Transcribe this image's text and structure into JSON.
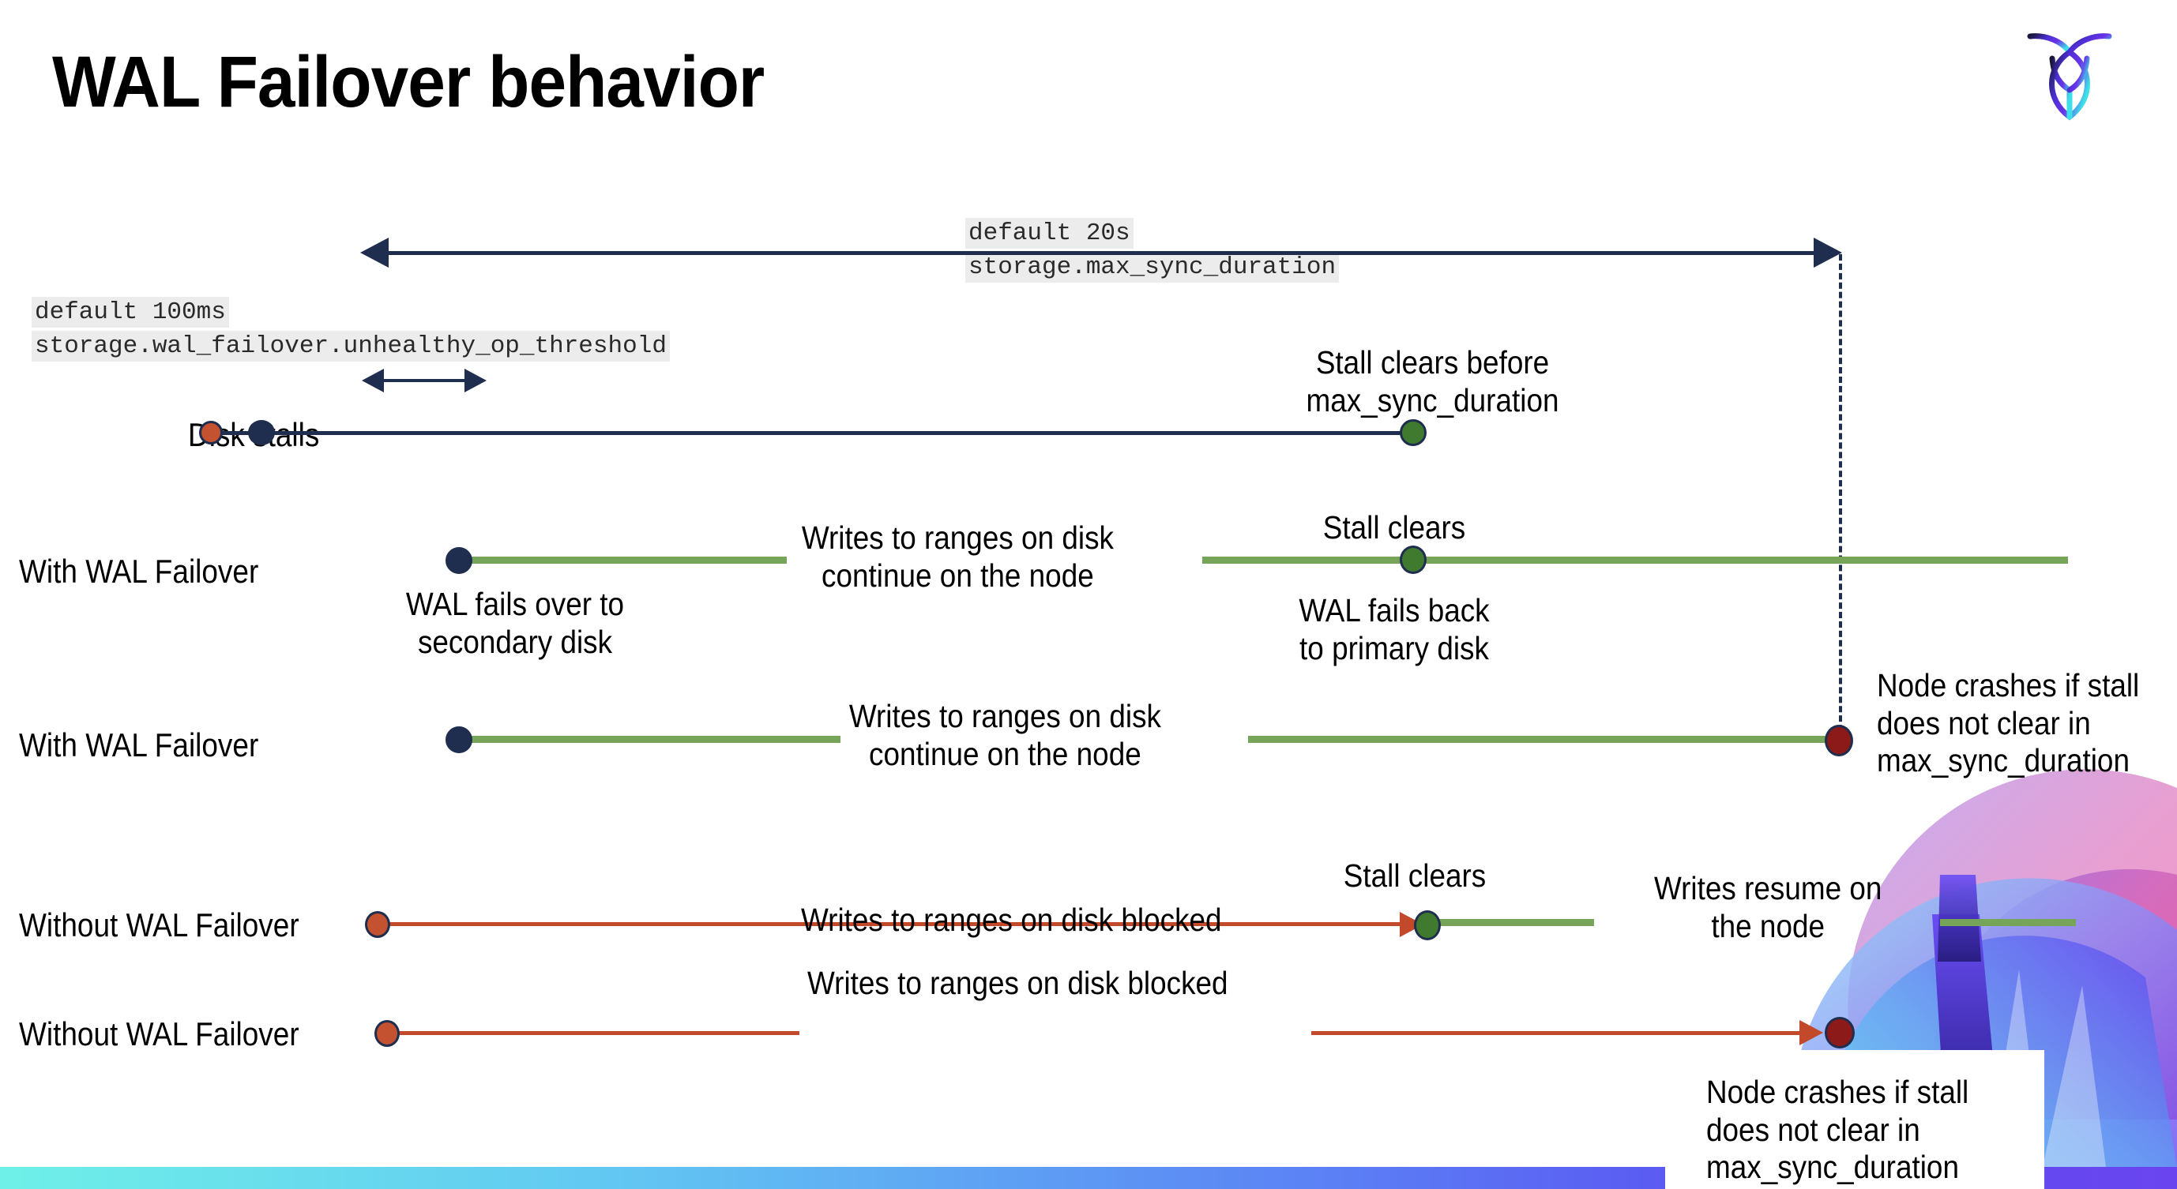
{
  "slide": {
    "title": "WAL Failover behavior",
    "logo_name": "cockroachdb-logo"
  },
  "settings": [
    {
      "id": "max-sync-duration",
      "default_label": "default 20s",
      "setting_name": "storage.max_sync_duration"
    },
    {
      "id": "unhealthy-op-threshold",
      "default_label": "default 100ms",
      "setting_name": "storage.wal_failover.unhealthy_op_threshold"
    }
  ],
  "rows": [
    {
      "id": "disk-stalls",
      "label": "Disk stalls",
      "annotations": [
        "Stall clears before max_sync_duration"
      ]
    },
    {
      "id": "with-wal-failover-clears",
      "label": "With WAL Failover",
      "annotations": [
        "WAL fails over to secondary disk",
        "Writes to ranges on disk continue on the node",
        "Stall clears",
        "WAL fails  back to primary disk"
      ]
    },
    {
      "id": "with-wal-failover-crash",
      "label": "With WAL Failover",
      "annotations": [
        "Writes to ranges on disk continue on the node",
        "Node crashes if stall does not clear in max_sync_duration"
      ]
    },
    {
      "id": "without-wal-failover-clears",
      "label": "Without WAL Failover",
      "annotations": [
        "Writes to ranges on disk  blocked",
        "Stall clears",
        "Writes resume on the node"
      ]
    },
    {
      "id": "without-wal-failover-crash",
      "label": "Without WAL Failover",
      "annotations": [
        "Writes to ranges on disk  blocked",
        "Node crashes if stall does not clear in max_sync_duration"
      ]
    }
  ],
  "text": {
    "stall_clears_before": "Stall clears before",
    "max_sync_duration": "max_sync_duration",
    "wal_fails_over_1": "WAL fails over to",
    "wal_fails_over_2": "secondary disk",
    "writes_continue_1": "Writes to ranges on disk",
    "writes_continue_2": "continue on the node",
    "stall_clears": "Stall clears",
    "wal_fails_back_1": "WAL fails  back",
    "wal_fails_back_2": "to primary disk",
    "node_crashes_1": "Node crashes if stall",
    "node_crashes_2": "does not clear in",
    "node_crashes_3": "max_sync_duration",
    "writes_blocked": "Writes to ranges on disk  blocked",
    "writes_resume_1": "Writes resume on",
    "writes_resume_2": "the node"
  },
  "colors": {
    "navy": "#1f2d4e",
    "green_line": "#76a55a",
    "red_line": "#c2492a",
    "dot_red": "#c4512f",
    "dot_green": "#3f7a2e",
    "dot_dark_red": "#8c1a18",
    "code_bg": "#ececec",
    "bottom_bar_start": "#6ef0e8",
    "bottom_bar_end": "#6a45ef"
  }
}
